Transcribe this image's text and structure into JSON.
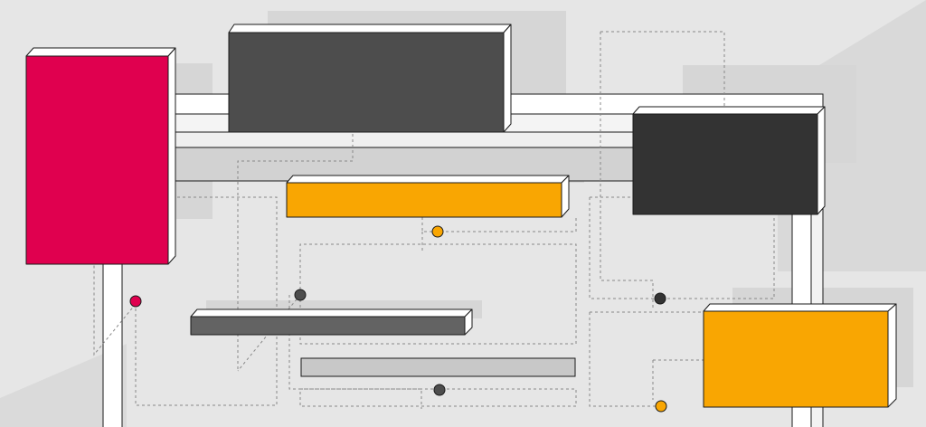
{
  "colors": {
    "background": "#e6e6e6",
    "shadow": "#d6d6d6",
    "frame": "#ffffff",
    "outline": "#1a1a1a",
    "magenta": "#e0004f",
    "orange": "#f9a602",
    "dark_gray": "#4d4d4d",
    "charcoal": "#333333",
    "mid_gray": "#636363",
    "light_gray": "#c8c8c8",
    "dashed_line": "#888888"
  },
  "blocks": [
    {
      "name": "magenta-block",
      "color": "magenta"
    },
    {
      "name": "dark-gray-block",
      "color": "dark_gray"
    },
    {
      "name": "charcoal-block",
      "color": "charcoal"
    },
    {
      "name": "orange-bar",
      "color": "orange"
    },
    {
      "name": "orange-block",
      "color": "orange"
    },
    {
      "name": "mid-gray-bar",
      "color": "mid_gray"
    },
    {
      "name": "light-gray-bar",
      "color": "light_gray"
    }
  ],
  "connector_dots": [
    {
      "name": "magenta-connector-dot",
      "color": "magenta"
    },
    {
      "name": "orange-connector-dot",
      "color": "orange"
    },
    {
      "name": "dark-connector-dot",
      "color": "charcoal"
    }
  ]
}
